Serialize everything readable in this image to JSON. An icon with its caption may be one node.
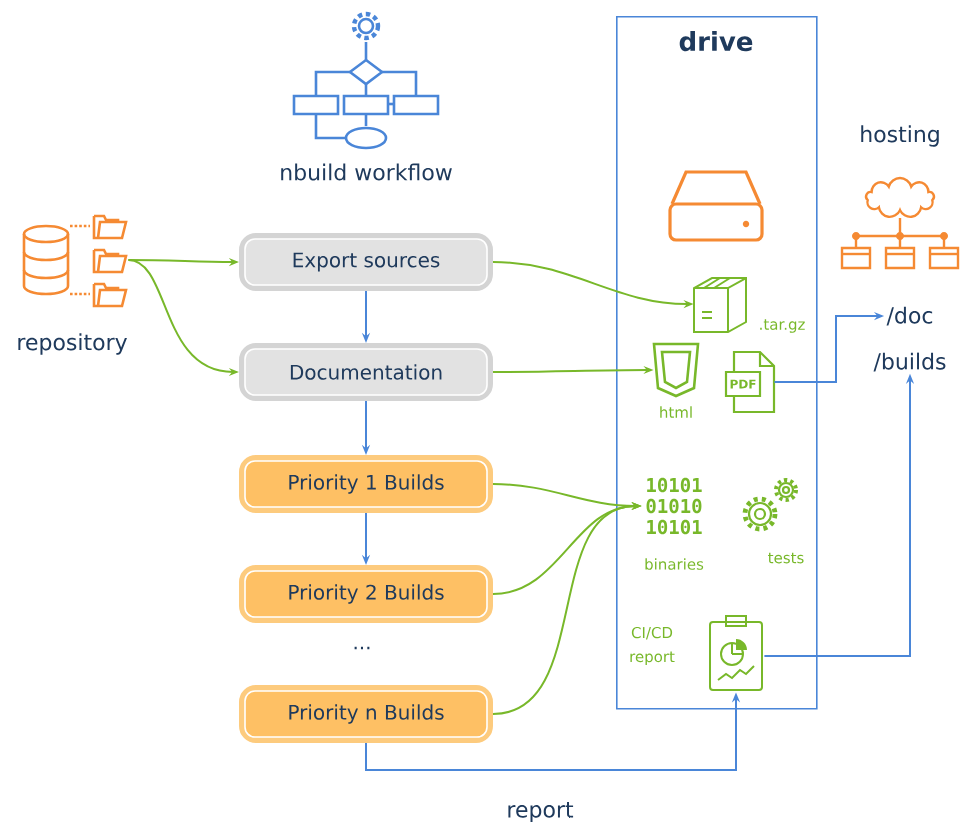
{
  "diagram": {
    "nodes": [
      {
        "text": [],
        "shape": "picture",
        "beside": [
          "repository"
        ]
      },
      {
        "text": [
          "Export sources"
        ]
      },
      {
        "text": [
          "Documentation"
        ]
      },
      {
        "text": [
          "Priority 1 Builds"
        ]
      },
      {
        "text": [
          "Priority 2 Builds"
        ]
      },
      {
        "text": [
          "Priority n Builds"
        ]
      },
      {
        "text": [
          "drive"
        ]
      },
      {
        "text": [],
        "shape": "picture",
        "beside": [
          ".tar.gz"
        ],
        "in": 6
      },
      {
        "text": [],
        "shape": "picture",
        "beside": [
          "html"
        ],
        "in": 6
      },
      {
        "text": [
          "PDF"
        ],
        "in": 6
      },
      {
        "text": [
          "10101 01010 10101"
        ],
        "beside": [
          "binaries"
        ],
        "in": 6
      },
      {
        "text": [],
        "shape": "picture",
        "beside": [
          "CI/CD report"
        ],
        "in": 6
      },
      {
        "text": [
          "/doc"
        ]
      },
      {
        "text": [
          "/builds"
        ]
      }
    ],
    "edges": [
      {
        "from": 0,
        "to": 1,
        "arrow": "to"
      },
      {
        "from": 0,
        "to": 2,
        "arrow": "to"
      },
      {
        "from": 1,
        "to": 2,
        "arrow": "to",
        "color": "#4a86d8"
      },
      {
        "from": 2,
        "to": 3,
        "arrow": "to",
        "color": "#4a86d8"
      },
      {
        "from": 3,
        "to": 4,
        "arrow": "to",
        "color": "#4a86d8"
      },
      {
        "from": 1,
        "to": 7,
        "arrow": "to"
      },
      {
        "from": 2,
        "to": 8,
        "arrow": "to"
      },
      {
        "from": 3,
        "to": 10,
        "arrow": "to"
      },
      {
        "from": 4,
        "to": 10,
        "arrow": "to"
      },
      {
        "from": 5,
        "to": 10,
        "arrow": "to"
      },
      {
        "from": 9,
        "to": 12,
        "arrow": "to",
        "color": "#4a86d8"
      },
      {
        "from": 11,
        "to": 13,
        "arrow": "to",
        "color": "#4a86d8"
      },
      {
        "from": 5,
        "to": 11,
        "arrow": "to",
        "label": "report",
        "color": "#4a86d8"
      }
    ],
    "labels": [
      "nbuild workflow",
      "hosting",
      "tests",
      "..."
    ]
  }
}
